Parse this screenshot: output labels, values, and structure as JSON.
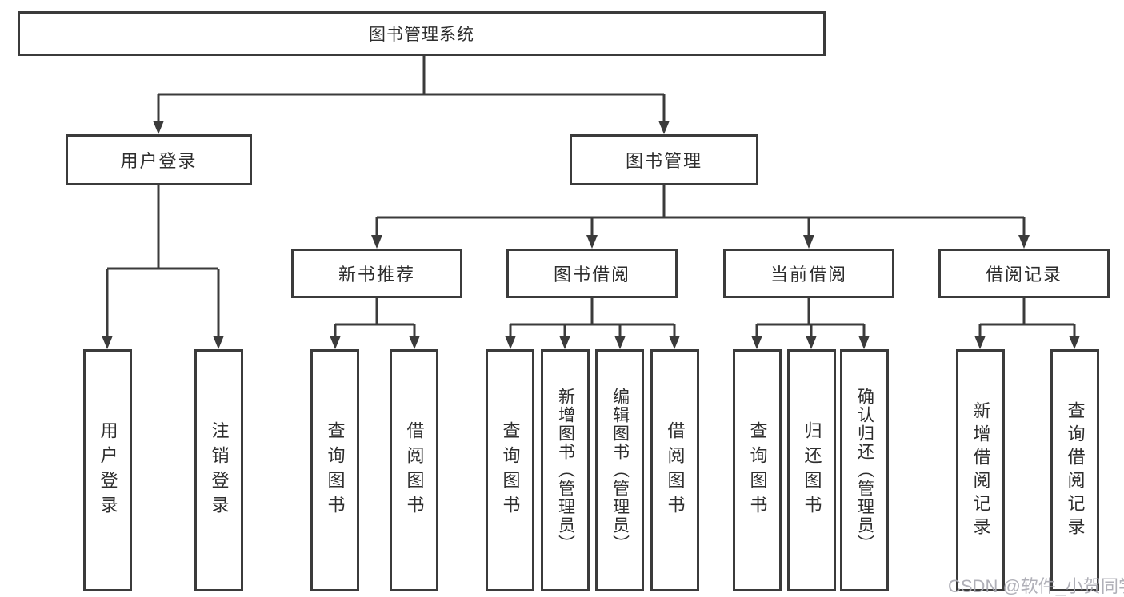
{
  "diagram": {
    "tree": {
      "root": {
        "label": "图书管理系统"
      },
      "branches": [
        {
          "label": "用户登录",
          "children": [
            {
              "label": "用户登录"
            },
            {
              "label": "注销登录"
            }
          ]
        },
        {
          "label": "图书管理",
          "children": [
            {
              "label": "新书推荐",
              "children": [
                {
                  "label": "查询图书"
                },
                {
                  "label": "借阅图书"
                }
              ]
            },
            {
              "label": "图书借阅",
              "children": [
                {
                  "label": "查询图书"
                },
                {
                  "label": "新增图书（管理员）"
                },
                {
                  "label": "编辑图书（管理员）"
                },
                {
                  "label": "借阅图书"
                }
              ]
            },
            {
              "label": "当前借阅",
              "children": [
                {
                  "label": "查询图书"
                },
                {
                  "label": "归还图书"
                },
                {
                  "label": "确认归还（管理员）"
                }
              ]
            },
            {
              "label": "借阅记录",
              "children": [
                {
                  "label": "新增借阅记录"
                },
                {
                  "label": "查询借阅记录"
                }
              ]
            }
          ]
        }
      ]
    }
  },
  "watermark": {
    "text": "CSDN @软件_小贺同学"
  },
  "colors": {
    "line": "#3b3b3b",
    "text": "#2e2e2e",
    "watermark": "#aaaab2",
    "background": "#ffffff"
  }
}
